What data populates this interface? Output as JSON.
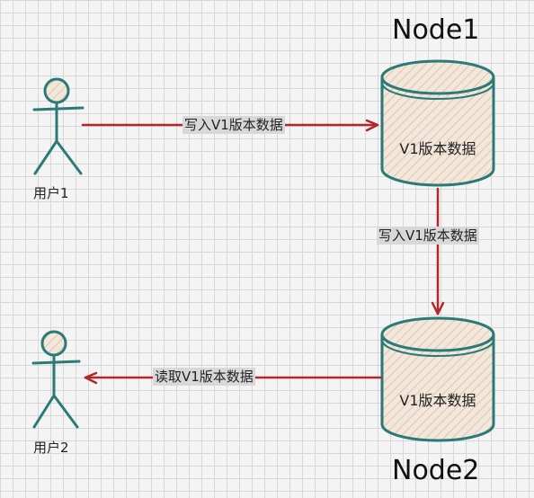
{
  "nodes": {
    "node1": {
      "title": "Node1",
      "content": "V1版本数据"
    },
    "node2": {
      "title": "Node2",
      "content": "V1版本数据"
    }
  },
  "users": {
    "user1": {
      "label": "用户1"
    },
    "user2": {
      "label": "用户2"
    }
  },
  "edges": {
    "user1_to_node1": {
      "label": "写入V1版本数据"
    },
    "node1_to_node2": {
      "label": "写入V1版本数据"
    },
    "node2_to_user2": {
      "label": "读取V1版本数据"
    }
  },
  "colors": {
    "stroke_teal": "#2b7a78",
    "arrow_red": "#b3262b",
    "hatch": "#e6c8a8"
  }
}
